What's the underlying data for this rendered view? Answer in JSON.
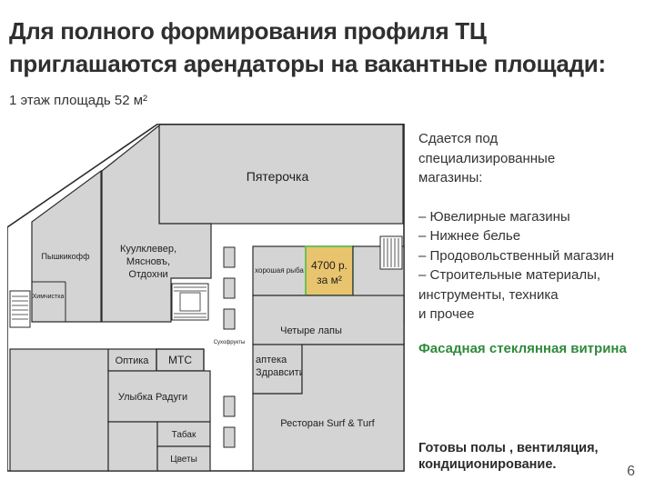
{
  "header": {
    "title_line1": "Для полного формирования профиля ТЦ",
    "title_line2": "приглашаются арендаторы на вакантные площади:",
    "floor_info": "1 этаж площадь 52 м²"
  },
  "plan": {
    "pyaterochka": "Пятерочка",
    "pyshkikoff": "Пышкикофф",
    "himchistka": "Химчистка",
    "kuulklever_1": "Куулклевер,",
    "kuulklever_2": "Мясновъ,",
    "kuulklever_3": "Отдохни",
    "horoshaya_ryba": "хорошая рыба",
    "vacant_price": "4700 р.",
    "vacant_unit": "за м²",
    "suhofrukty": "Сухофрукты",
    "optika": "Оптика",
    "mts": "МТС",
    "ulybka": "Улыбка Радуги",
    "tabak": "Табак",
    "cvety": "Цветы",
    "chetyre_lapy": "Четыре лапы",
    "apteka_1": "аптека",
    "apteka_2": "Здравсити",
    "restoran": "Ресторан Surf & Turf"
  },
  "info": {
    "intro_1": "Сдается под специализированные",
    "intro_2": "магазины:",
    "items": [
      "– Ювелирные магазины",
      "– Нижнее белье",
      "– Продовольственный магазин",
      "– Строительные материалы,",
      "инструменты, техника",
      "и прочее"
    ],
    "highlight": "Фасадная стеклянная витрина",
    "bottom_1": "Готовы полы , вентиляция,",
    "bottom_2": "кондиционирование."
  },
  "page_number": "6",
  "colors": {
    "store_fill": "#d4d4d4",
    "vacant_fill": "#e9c46e",
    "vacant_border": "#6fbf5a",
    "accent_green": "#2f8a3c"
  }
}
